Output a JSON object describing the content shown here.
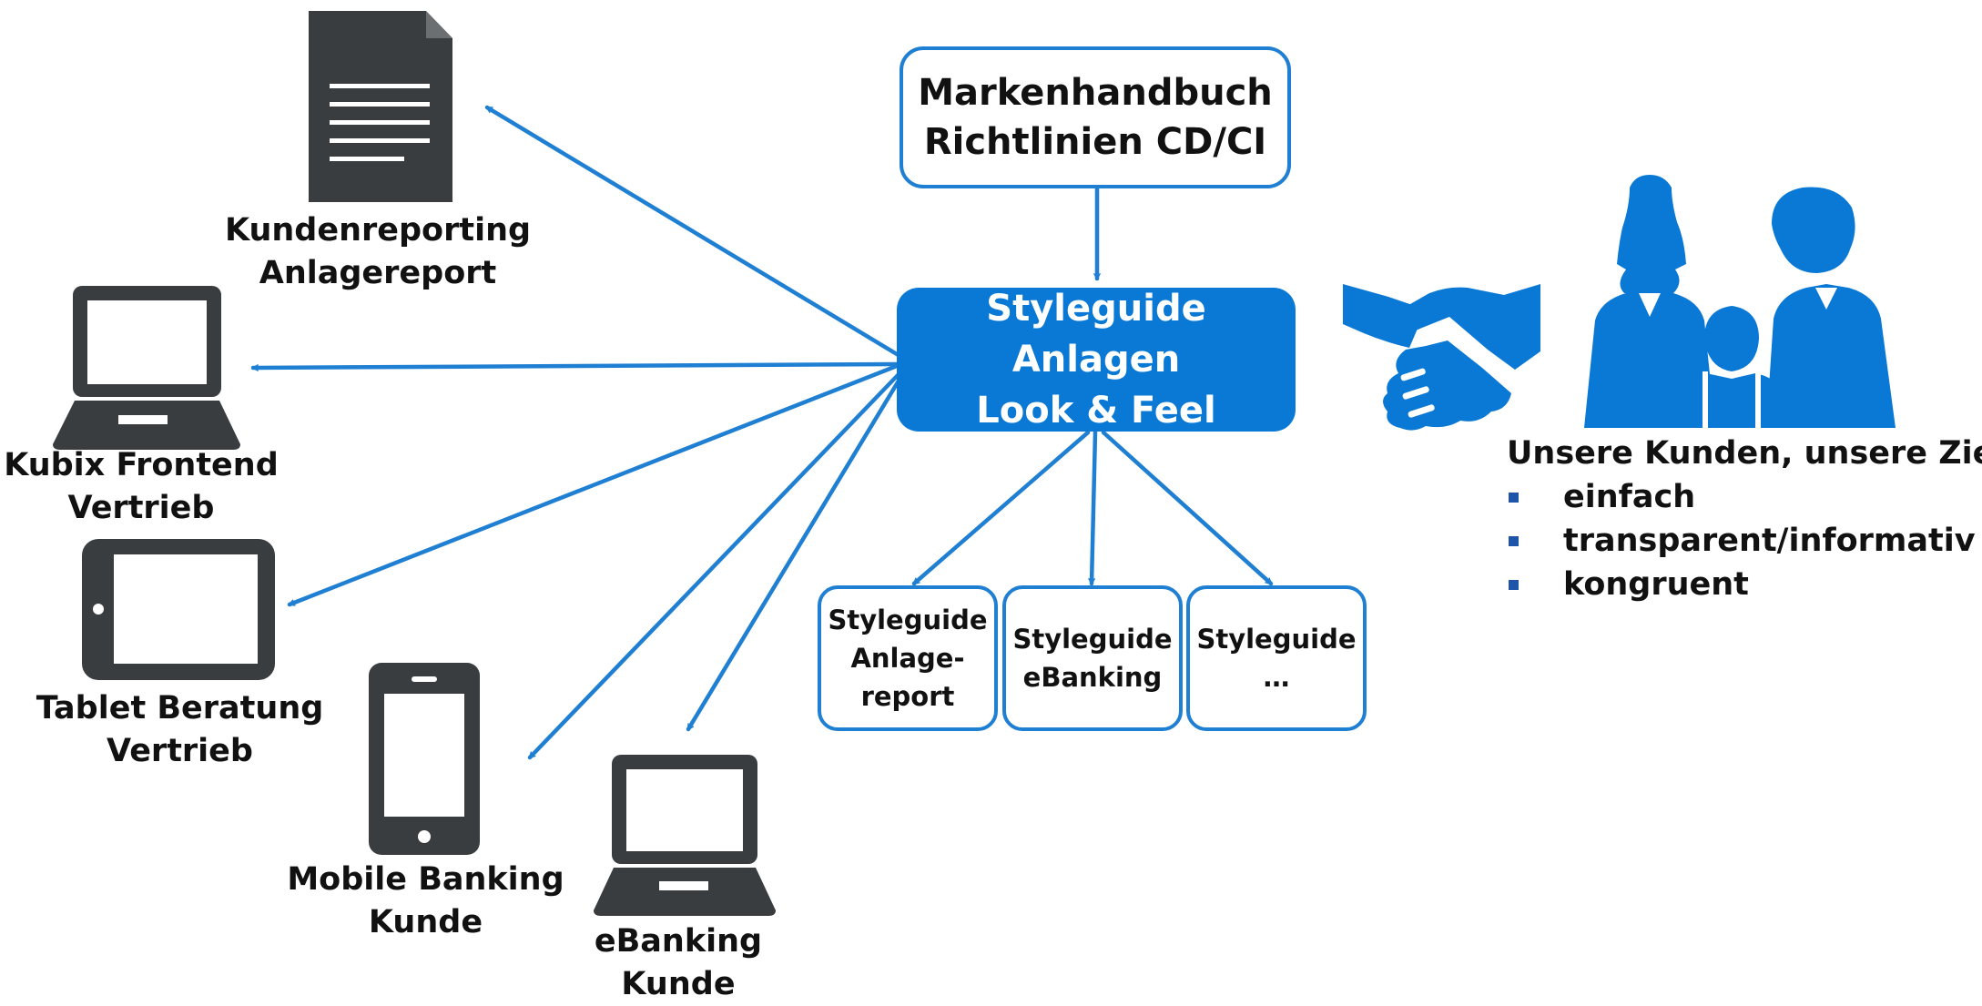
{
  "colors": {
    "accent": "#0a79d6",
    "arrow": "#1f7fd2",
    "icon": "#3a3d40",
    "bullet": "#1e55a8"
  },
  "central_top": {
    "line1": "Markenhandbuch",
    "line2": "Richtlinien CD/CI"
  },
  "central_main": {
    "line1": "Styleguide Anlagen",
    "line2": "Look & Feel"
  },
  "sub_guides": [
    {
      "lines": [
        "Styleguide",
        "Anlage-",
        "report"
      ]
    },
    {
      "lines": [
        "Styleguide",
        "eBanking"
      ]
    },
    {
      "lines": [
        "Styleguide",
        "…"
      ]
    }
  ],
  "channels": [
    {
      "icon": "document-icon",
      "line1": "Kundenreporting",
      "line2": "Anlagereport"
    },
    {
      "icon": "laptop-icon",
      "line1": "Kubix Frontend",
      "line2": "Vertrieb"
    },
    {
      "icon": "tablet-icon",
      "line1": "Tablet Beratung",
      "line2": "Vertrieb"
    },
    {
      "icon": "smartphone-icon",
      "line1": "Mobile Banking",
      "line2": "Kunde"
    },
    {
      "icon": "laptop-icon",
      "line1": "eBanking",
      "line2": "Kunde"
    }
  ],
  "customers": {
    "icons": [
      "handshake-icon",
      "family-icon"
    ],
    "title": "Unsere Kunden, unsere Ziele",
    "goals": [
      "einfach",
      "transparent/informativ",
      "kongruent"
    ]
  }
}
